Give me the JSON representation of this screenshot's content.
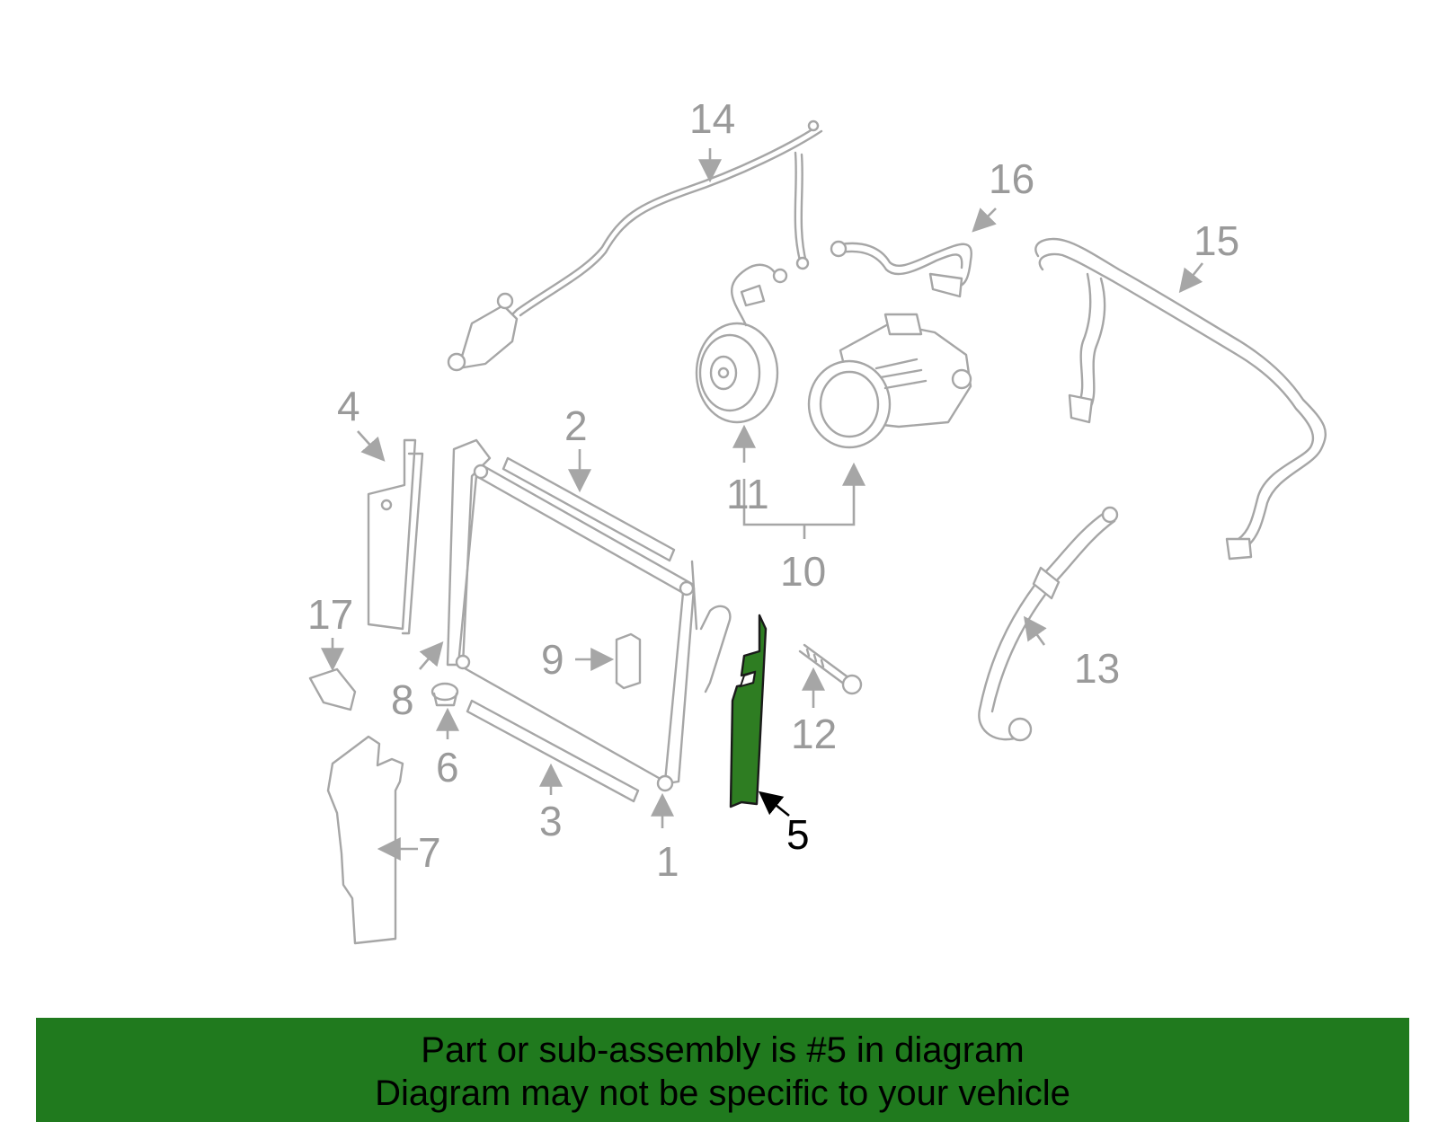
{
  "diagram": {
    "highlighted_part": "5",
    "highlight_color": "#2e7d22",
    "part_color": "#a6a6a6",
    "callouts": [
      "1",
      "2",
      "3",
      "4",
      "5",
      "6",
      "7",
      "8",
      "9",
      "10",
      "11",
      "12",
      "13",
      "14",
      "15",
      "16",
      "17"
    ]
  },
  "banner": {
    "line1": "Part or sub-assembly is #5 in diagram",
    "line2": "Diagram may not be specific to your vehicle",
    "background": "#207a1e"
  }
}
